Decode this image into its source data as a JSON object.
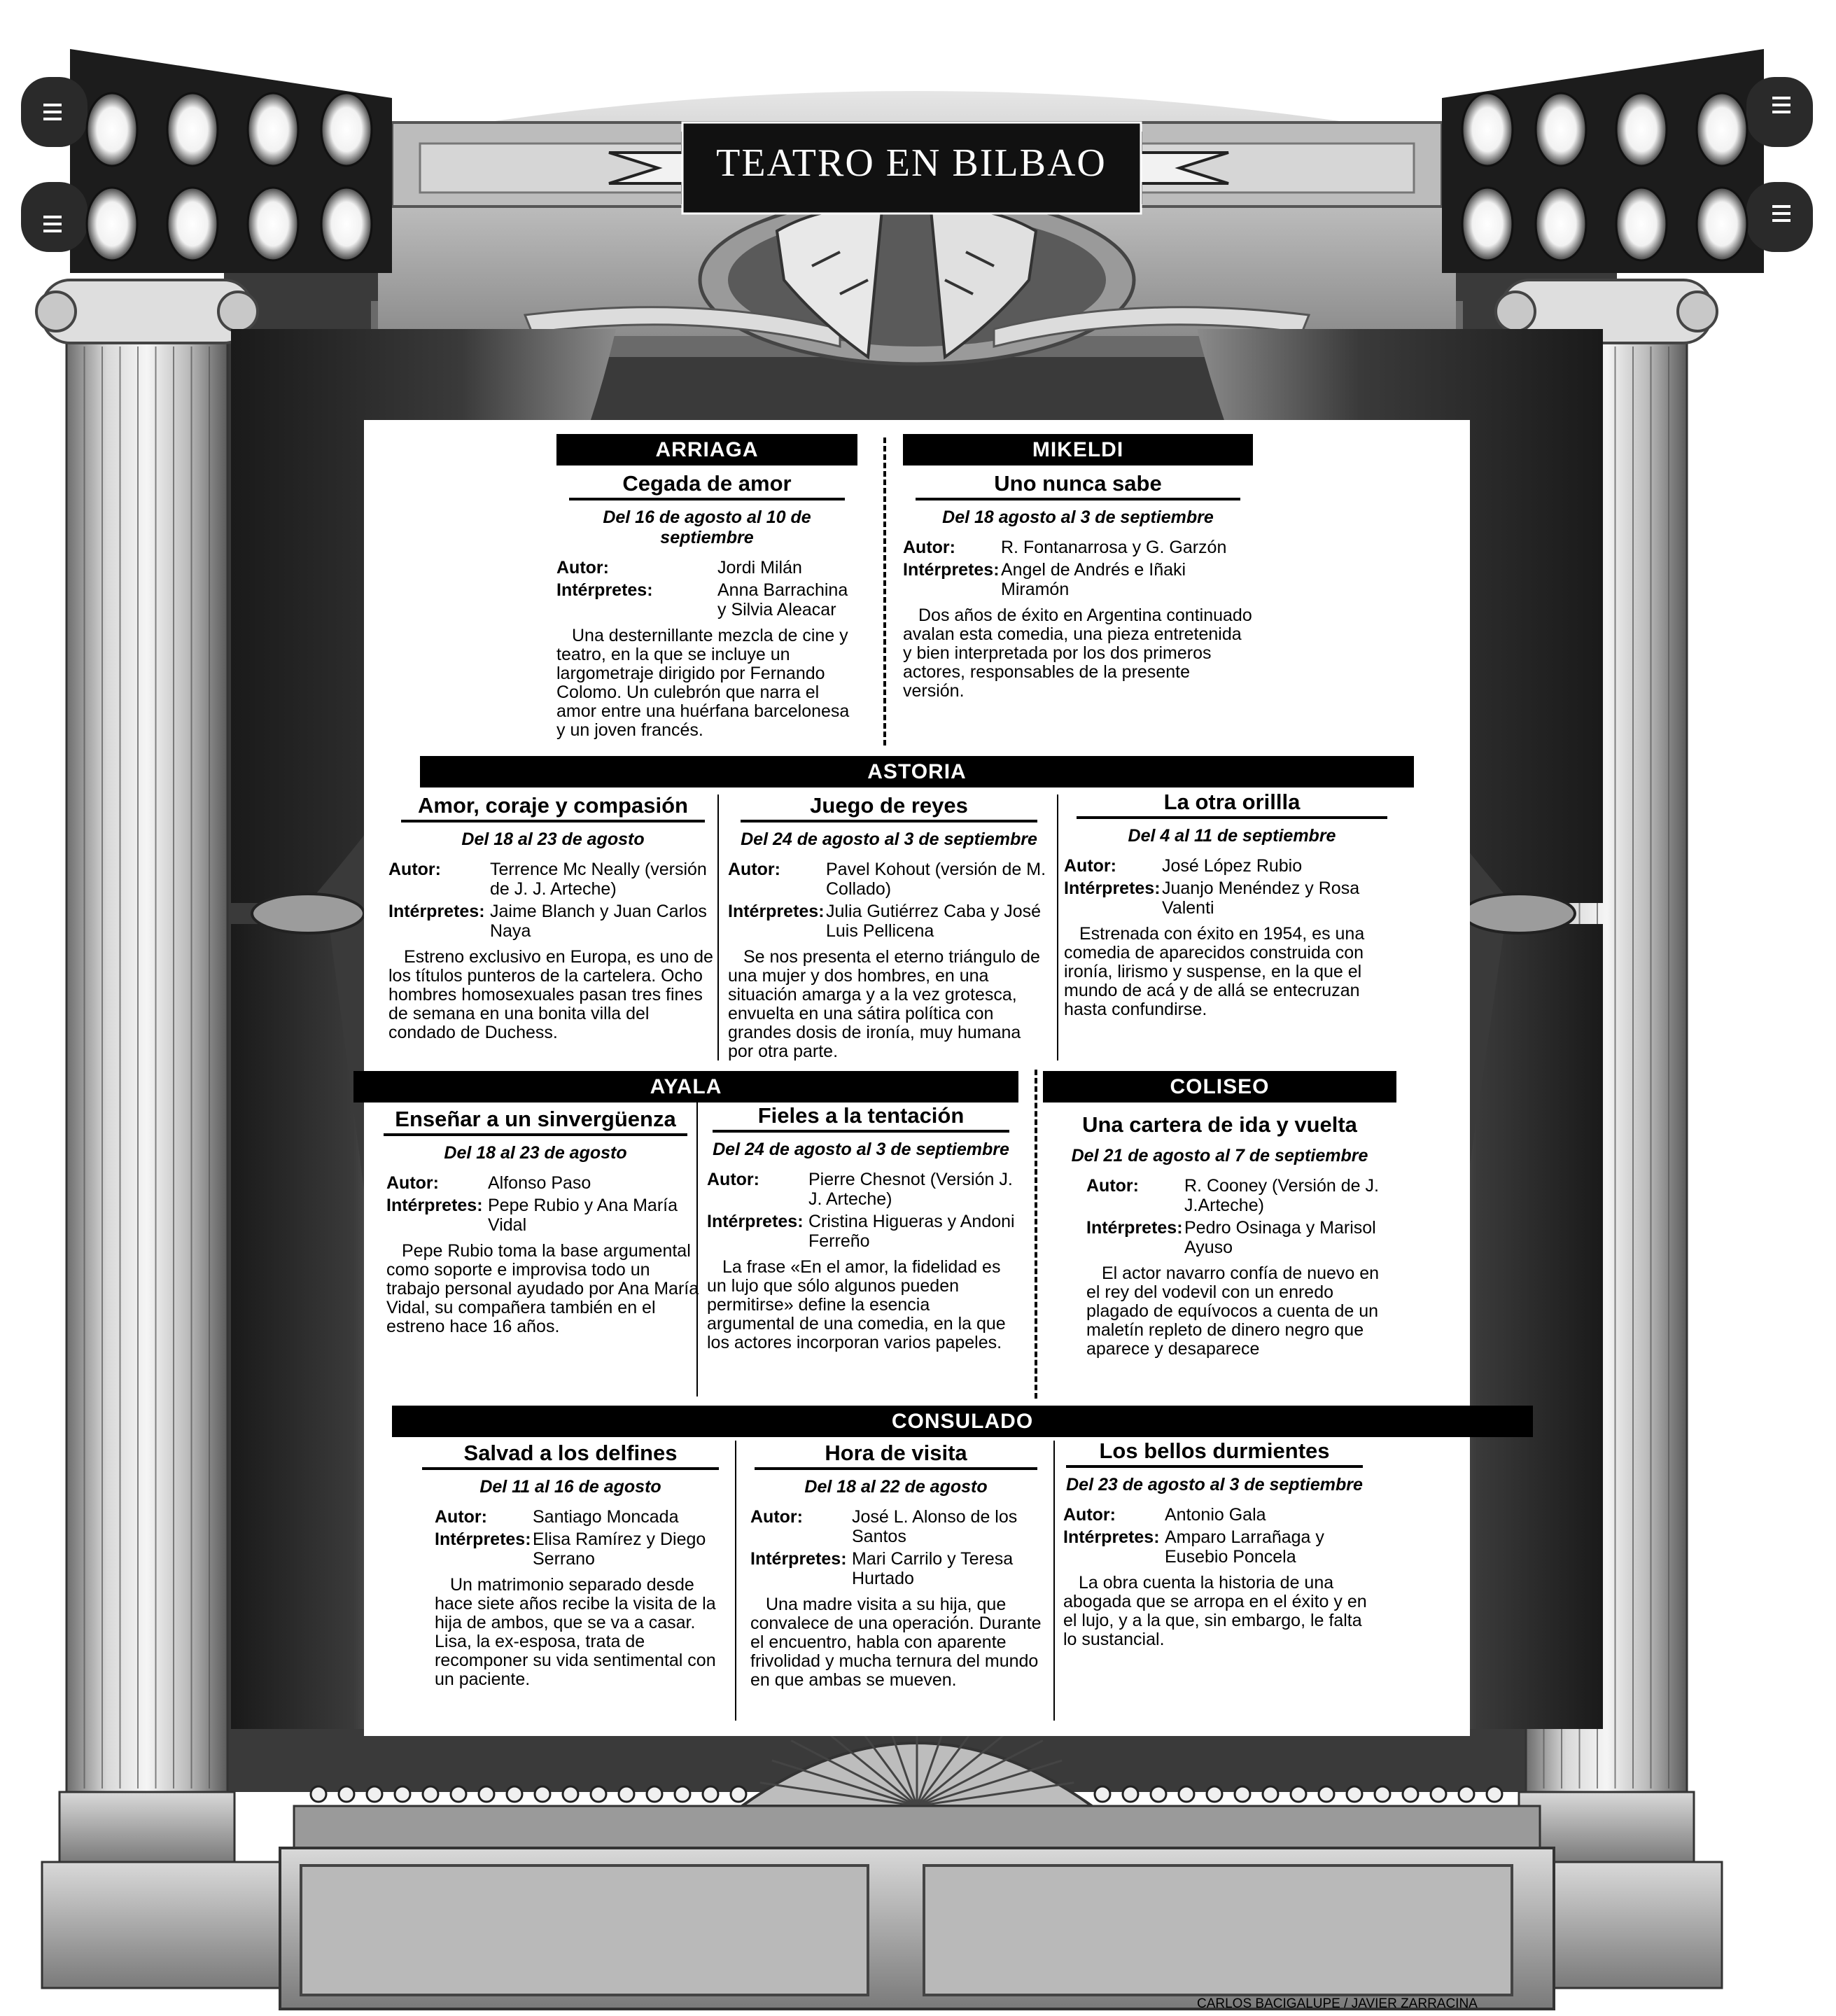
{
  "header": {
    "title": "TEATRO EN BILBAO"
  },
  "credit": "CARLOS BACIGALUPE / JAVIER ZARRACINA",
  "menu_icons": [
    "menu-icon",
    "menu-icon",
    "menu-icon",
    "menu-icon"
  ],
  "arrow_color": "#e8170f",
  "theaters": {
    "arriaga": {
      "name": "ARRIAGA",
      "plays": [
        {
          "title": "Cegada de amor",
          "dates": "Del 16 de agosto al 10 de septiembre",
          "autor_label": "Autor:",
          "autor": "Jordi Milán",
          "interpretes_label": "Intérpretes:",
          "interpretes": "Anna Barrachina y Silvia Aleacar",
          "desc": "Una desternillante mezcla de cine y teatro, en la que se incluye un largometraje dirigido por Fernando Colomo. Un culebrón que narra el amor entre una huérfana barcelonesa y un joven francés."
        }
      ]
    },
    "mikeldi": {
      "name": "MIKELDI",
      "plays": [
        {
          "title": "Uno nunca sabe",
          "dates": "Del 18 agosto al 3 de septiembre",
          "autor_label": "Autor:",
          "autor": "R. Fontanarrosa y G. Garzón",
          "interpretes_label": "Intérpretes:",
          "interpretes": "Angel de Andrés e Iñaki Miramón",
          "desc": "Dos años de éxito en Argentina continuado avalan esta comedia, una pieza entretenida y bien interpretada por los dos primeros actores, responsables de la presente versión."
        }
      ]
    },
    "astoria": {
      "name": "ASTORIA",
      "plays": [
        {
          "title": "Amor, coraje y compasión",
          "dates": "Del 18 al 23 de agosto",
          "autor_label": "Autor:",
          "autor": "Terrence Mc Neally (versión de J. J. Arteche)",
          "interpretes_label": "Intérpretes:",
          "interpretes": "Jaime Blanch y Juan Carlos Naya",
          "desc": "Estreno exclusivo en Europa, es uno de los títulos punteros de la cartelera. Ocho hombres homosexuales pasan tres fines de semana en una bonita villa del condado de Duchess."
        },
        {
          "title": "Juego de reyes",
          "dates": "Del 24 de agosto al 3 de septiembre",
          "autor_label": "Autor:",
          "autor": "Pavel Kohout (versión de M. Collado)",
          "interpretes_label": "Intérpretes:",
          "interpretes": "Julia Gutiérrez Caba y José Luis Pellicena",
          "desc": "Se nos presenta el eterno triángulo de una mujer y dos hombres, en una situación amarga y a la vez grotesca, envuelta en una sátira política con grandes dosis de ironía, muy humana por otra parte."
        },
        {
          "title": "La otra orillla",
          "dates": "Del 4 al 11 de septiembre",
          "autor_label": "Autor:",
          "autor": "José López Rubio",
          "interpretes_label": "Intérpretes:",
          "interpretes": "Juanjo Menéndez y Rosa Valenti",
          "desc": "Estrenada con éxito en 1954, es una comedia de aparecidos construida con ironía, lirismo y suspense, en la que el mundo de acá y de allá se entecruzan hasta confundirse."
        }
      ]
    },
    "ayala": {
      "name": "AYALA",
      "plays": [
        {
          "title": "Enseñar a un sinvergüenza",
          "dates": "Del 18 al 23 de agosto",
          "autor_label": "Autor:",
          "autor": "Alfonso Paso",
          "interpretes_label": "Intérpretes:",
          "interpretes": "Pepe Rubio y Ana María Vidal",
          "desc": "Pepe Rubio toma la base argumental como soporte e improvisa todo un trabajo personal ayudado por Ana María Vidal, su compañera también en el estreno hace 16 años."
        },
        {
          "title": "Fieles a la tentación",
          "dates": "Del 24 de agosto al 3 de septiembre",
          "autor_label": "Autor:",
          "autor": "Pierre Chesnot (Versión J. J. Arteche)",
          "interpretes_label": "Intérpretes:",
          "interpretes": "Cristina Higueras y Andoni Ferreño",
          "desc": "La frase «En el amor, la fidelidad es un lujo que sólo algunos pueden permitirse» define la esencia argumental de una comedia, en la que los actores incorporan varios papeles."
        }
      ]
    },
    "coliseo": {
      "name": "COLISEO",
      "plays": [
        {
          "title": "Una cartera de ida y vuelta",
          "dates": "Del 21 de agosto al 7 de septiembre",
          "autor_label": "Autor:",
          "autor": "R. Cooney (Versión de J. J.Arteche)",
          "interpretes_label": "Intérpretes:",
          "interpretes": "Pedro Osinaga y Marisol Ayuso",
          "desc": "El actor navarro confía de nuevo en el rey del vodevil con un enredo plagado de equívocos a cuenta de un maletín repleto de dinero negro que aparece y desaparece"
        }
      ]
    },
    "consulado": {
      "name": "CONSULADO",
      "plays": [
        {
          "title": "Salvad a los delfines",
          "dates": "Del 11 al 16 de agosto",
          "autor_label": "Autor:",
          "autor": "Santiago Moncada",
          "interpretes_label": "Intérpretes:",
          "interpretes": "Elisa Ramírez y Diego Serrano",
          "desc": "Un matrimonio separado desde hace siete años recibe la visita de la hija de ambos, que se va a casar. Lisa, la ex-esposa, trata de recomponer su vida sentimental con un paciente."
        },
        {
          "title": "Hora de visita",
          "dates": "Del 18 al 22 de agosto",
          "autor_label": "Autor:",
          "autor": "José L. Alonso de los Santos",
          "interpretes_label": "Intérpretes:",
          "interpretes": "Mari Carrilo y Teresa Hurtado",
          "desc": "Una madre visita a su hija, que convalece de una operación. Durante el encuentro, habla con aparente frivolidad y mucha ternura del mundo en que ambas se mueven."
        },
        {
          "title": "Los bellos durmientes",
          "dates": "Del 23 de agosto al 3 de septiembre",
          "autor_label": "Autor:",
          "autor": "Antonio Gala",
          "interpretes_label": "Intérpretes:",
          "interpretes": "Amparo Larrañaga y Eusebio Poncela",
          "desc": "La obra cuenta la historia de una abogada que se arropa en el éxito y en el lujo, y a la que, sin embargo, le falta lo sustancial."
        }
      ]
    }
  }
}
